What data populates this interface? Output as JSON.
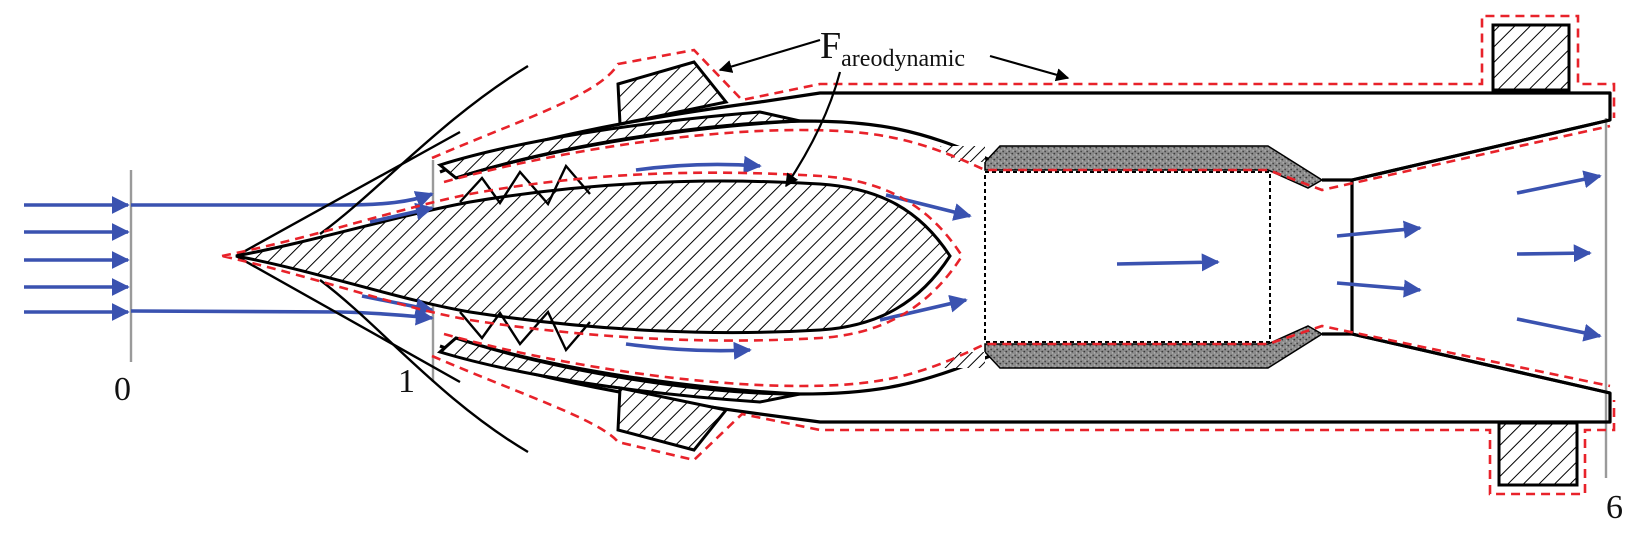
{
  "stations": [
    {
      "label": "0"
    },
    {
      "label": "1"
    },
    {
      "label": "6"
    }
  ],
  "force_label": {
    "main": "F",
    "subscript": "areodynamic"
  },
  "colors": {
    "flow_arrows": "#3a52b0",
    "control_volume": "#e8222a",
    "structure": "#000000",
    "station_lines": "#9a9a9a"
  }
}
